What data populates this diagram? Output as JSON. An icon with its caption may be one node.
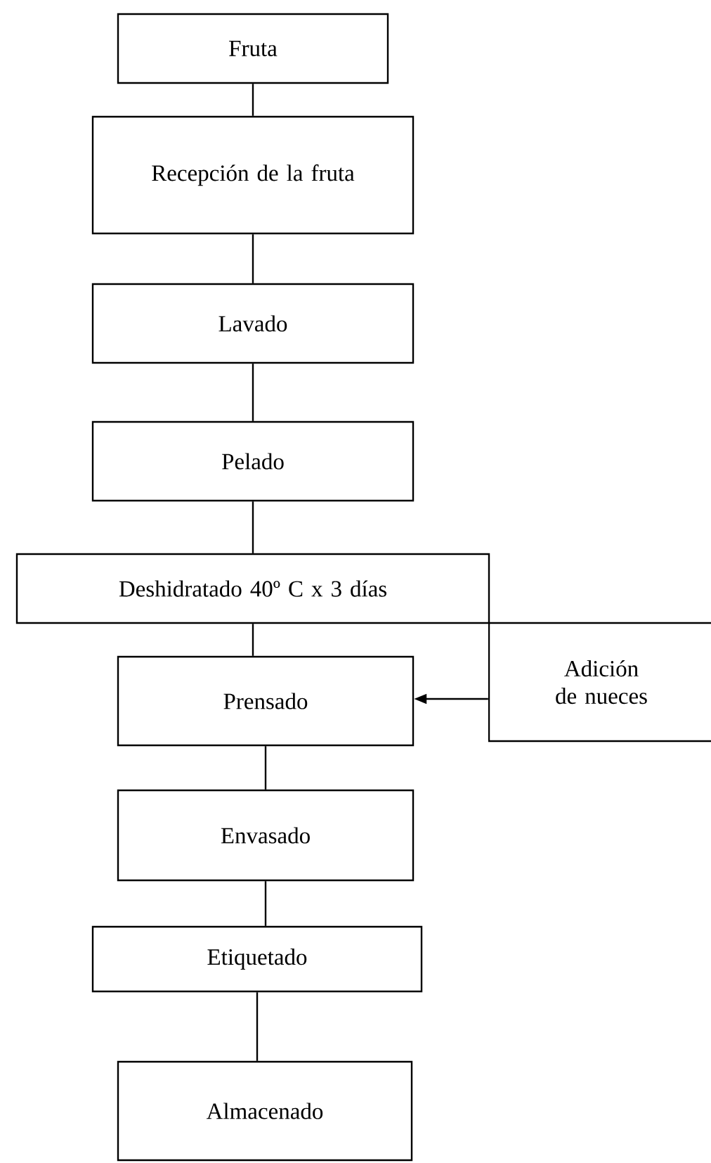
{
  "diagram": {
    "nodes": [
      {
        "text": [
          "Fruta"
        ]
      },
      {
        "text": [
          "Recepción de la fruta"
        ]
      },
      {
        "text": [
          "Lavado"
        ]
      },
      {
        "text": [
          "Pelado"
        ]
      },
      {
        "text": [
          "Deshidratado 40º C x 3 días"
        ]
      },
      {
        "text": [
          "Prensado"
        ]
      },
      {
        "text": [
          "Adición de nueces"
        ]
      },
      {
        "text": [
          "Envasado"
        ]
      },
      {
        "text": [
          "Etiquetado"
        ]
      },
      {
        "text": [
          "Almacenado"
        ]
      }
    ],
    "edges": [
      {
        "from": 0,
        "to": 1,
        "arrow": "none"
      },
      {
        "from": 1,
        "to": 2,
        "arrow": "none"
      },
      {
        "from": 2,
        "to": 3,
        "arrow": "none"
      },
      {
        "from": 3,
        "to": 4,
        "arrow": "none"
      },
      {
        "from": 4,
        "to": 5,
        "arrow": "none"
      },
      {
        "from": 6,
        "to": 5,
        "arrow": "to"
      },
      {
        "from": 5,
        "to": 7,
        "arrow": "none"
      },
      {
        "from": 7,
        "to": 8,
        "arrow": "none"
      },
      {
        "from": 8,
        "to": 9,
        "arrow": "none"
      }
    ]
  }
}
